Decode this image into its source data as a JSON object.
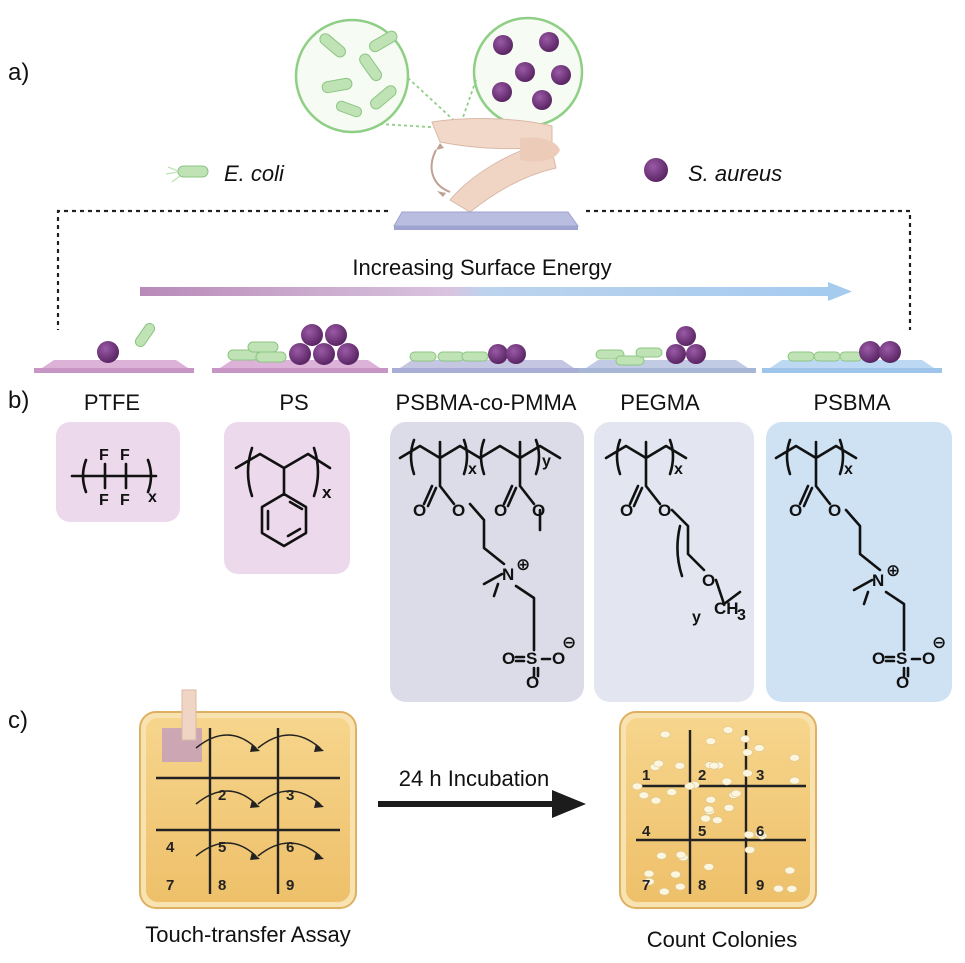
{
  "panels": {
    "a": "a)",
    "b": "b)",
    "c": "c)"
  },
  "legend": {
    "ecoli": "E. coli",
    "saureus": "S. aureus"
  },
  "arrow_label": "Increasing Surface Energy",
  "materials": [
    {
      "name": "PTFE",
      "color": "#e8d3e8"
    },
    {
      "name": "PS",
      "color": "#e8d3e8"
    },
    {
      "name": "PSBMA-co-PMMA",
      "color": "#dcdcE6"
    },
    {
      "name": "PEGMA",
      "color": "#e2e4ee"
    },
    {
      "name": "PSBMA",
      "color": "#cfe2f5"
    }
  ],
  "chem": {
    "F": "F",
    "x": "x",
    "y": "y",
    "O": "O",
    "N": "N",
    "S": "S",
    "CH": "CH",
    "three": "3",
    "plus": "⊕",
    "minus": "⊖"
  },
  "assay": {
    "left_caption": "Touch-transfer Assay",
    "right_caption": "Count Colonies",
    "incubation": "24 h Incubation",
    "grid_numbers": [
      "1",
      "2",
      "3",
      "4",
      "5",
      "6",
      "7",
      "8",
      "9"
    ]
  },
  "colors": {
    "ecoli": "#b6dcb0",
    "saureus": "#6a2f78",
    "plate": "#f2c977",
    "purple_grad": "#b788b6",
    "blue_grad": "#a9cdef"
  }
}
